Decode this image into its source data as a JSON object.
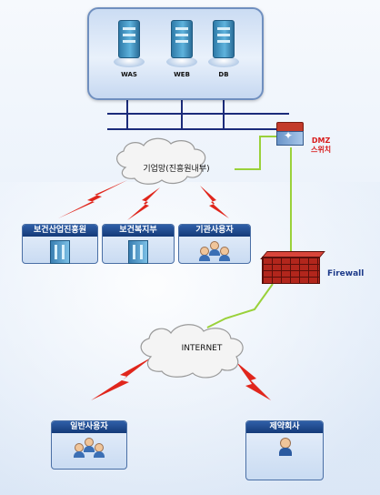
{
  "servers": [
    {
      "label": "WAS",
      "icon": "server-icon"
    },
    {
      "label": "WEB",
      "icon": "server-icon"
    },
    {
      "label": "DB",
      "icon": "server-icon"
    }
  ],
  "dmz_switch": {
    "line1": "DMZ",
    "line2": "스위치",
    "icon": "switch-icon"
  },
  "corporate_network": {
    "label": "기업망(진흥원내부)",
    "icon": "cloud-icon"
  },
  "internal_nodes": [
    {
      "label": "보건산업진흥원",
      "icon": "building-icon"
    },
    {
      "label": "보건복지부",
      "icon": "building-icon"
    },
    {
      "label": "기관사용자",
      "icon": "users-icon"
    }
  ],
  "firewall": {
    "label": "Firewall",
    "icon": "firewall-icon"
  },
  "internet": {
    "label": "INTERNET",
    "icon": "cloud-icon"
  },
  "external_nodes": [
    {
      "label": "일반사용자",
      "icon": "users-icon"
    },
    {
      "label": "제약회사",
      "icon": "agent-icon"
    }
  ],
  "colors": {
    "accent_red": "#d81c1c",
    "link_green": "#9ad13a",
    "bus_navy": "#1b2b7a",
    "header_blue": "#1d4a93"
  }
}
